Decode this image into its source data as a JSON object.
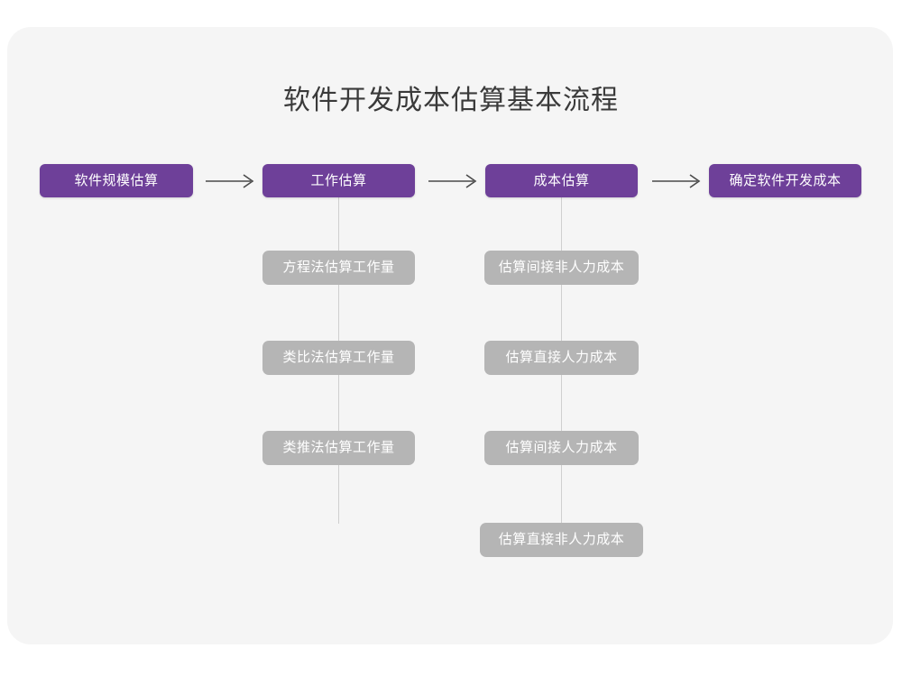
{
  "page": {
    "title": "软件开发成本估算基本流程",
    "background_color": "#ffffff",
    "card_color": "#f5f5f5"
  },
  "theme": {
    "primary_color": "#6e4099",
    "secondary_color": "#b5b5b5",
    "connector_color": "#cfcfcf",
    "title_color": "#3a3a3a",
    "node_text_color": "#ffffff"
  },
  "flow": {
    "main_steps": [
      {
        "id": "scale",
        "label": "软件规模估算"
      },
      {
        "id": "work",
        "label": "工作估算"
      },
      {
        "id": "cost",
        "label": "成本估算"
      },
      {
        "id": "final",
        "label": "确定软件开发成本"
      }
    ],
    "connectors": [
      {
        "id": "arrow-1",
        "icon": "arrow-right-icon",
        "from": "scale",
        "to": "work"
      },
      {
        "id": "arrow-2",
        "icon": "arrow-right-icon",
        "from": "work",
        "to": "cost"
      },
      {
        "id": "arrow-3",
        "icon": "arrow-right-icon",
        "from": "cost",
        "to": "final"
      }
    ],
    "branches": [
      {
        "parent": "work",
        "items": [
          {
            "id": "equation",
            "label": "方程法估算工作量"
          },
          {
            "id": "analogy",
            "label": "类比法估算工作量"
          },
          {
            "id": "inference",
            "label": "类推法估算工作量"
          }
        ]
      },
      {
        "parent": "cost",
        "items": [
          {
            "id": "indirect-nonlabor",
            "label": "估算间接非人力成本"
          },
          {
            "id": "direct-labor",
            "label": "估算直接人力成本"
          },
          {
            "id": "indirect-labor",
            "label": "估算间接人力成本"
          },
          {
            "id": "direct-nonlabor",
            "label": "估算直接非人力成本"
          }
        ]
      }
    ]
  }
}
